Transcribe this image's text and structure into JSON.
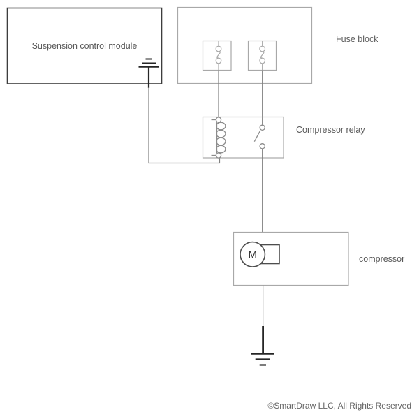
{
  "diagram": {
    "title_hint": "Suspension compressor wiring diagram",
    "module": {
      "label": "Suspension control module"
    },
    "fuse_block": {
      "label": "Fuse block",
      "fuse_count": 2
    },
    "relay": {
      "label": "Compressor relay"
    },
    "compressor": {
      "label": "compressor",
      "motor_letter": "M"
    },
    "icons": [
      "ground-icon (suspension control module)",
      "fuse-icon (x2, inside fuse block)",
      "relay-coil-icon",
      "relay-switch-icon",
      "motor-icon",
      "chassis-ground-icon (below compressor)"
    ],
    "colors": {
      "module_border": "#3d3d3d",
      "light_box_border": "#a8a8a8",
      "symbol_gray": "#8c8c8c",
      "motor_dark": "#4d4d4d",
      "wire": "#808080",
      "ground_dark": "#262626",
      "label_text": "#595959",
      "background": "#ffffff"
    }
  },
  "footer": {
    "copyright": "©SmartDraw LLC, All Rights Reserved"
  }
}
